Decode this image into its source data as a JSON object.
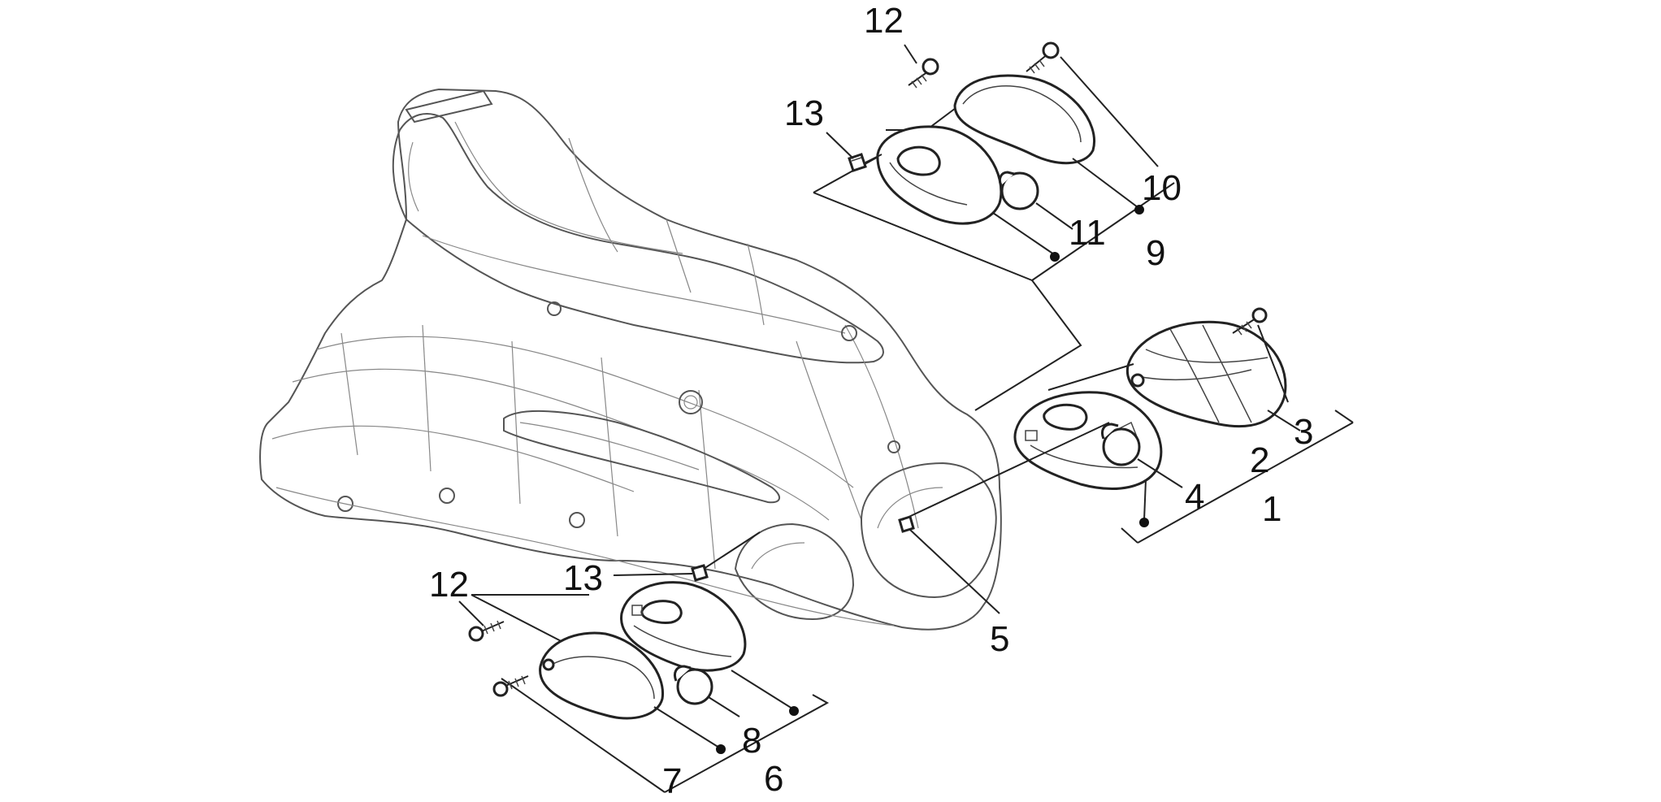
{
  "diagram": {
    "callouts": {
      "c1": "1",
      "c2": "2",
      "c3": "3",
      "c4": "4",
      "c5": "5",
      "c6": "6",
      "c7": "7",
      "c8": "8",
      "c9": "9",
      "c10": "10",
      "c11": "11",
      "c12_top": "12",
      "c13_top": "13",
      "c12_bottom": "12",
      "c13_bottom": "13"
    }
  }
}
